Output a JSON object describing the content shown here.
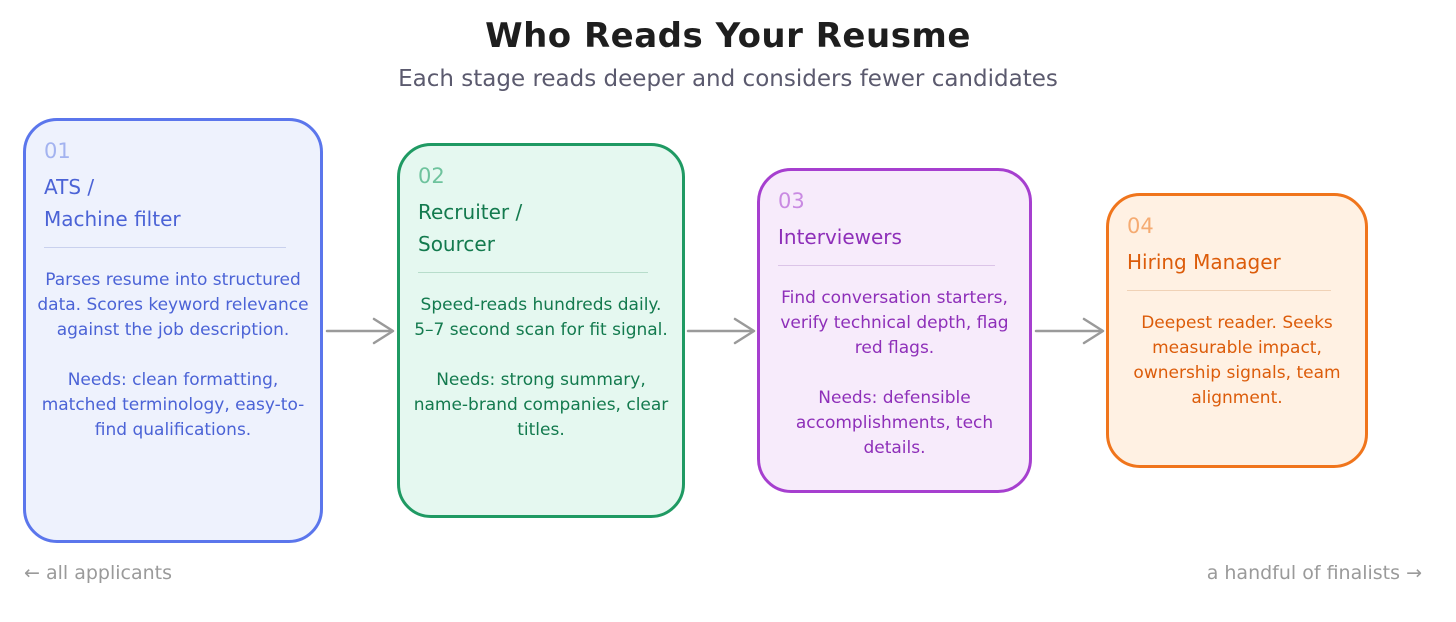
{
  "title": "Who Reads Your Reusme",
  "subtitle": "Each stage reads deeper and considers fewer candidates",
  "stages": [
    {
      "num": "01",
      "title_lines": [
        "ATS /",
        "Machine filter"
      ],
      "description": "Parses resume into structured data. Scores keyword relevance against the job description.",
      "needs": "Needs: clean formatting, matched terminology, easy-to-find qualifications.",
      "colors": {
        "border": "#5b76ec",
        "fill": "#eef2fd",
        "text": "#4b63d6",
        "num": "#a3b3f0",
        "divider": "#c9d1ee"
      }
    },
    {
      "num": "02",
      "title_lines": [
        "Recruiter /",
        "Sourcer"
      ],
      "description": "Speed-reads hundreds daily. 5–7 second scan for fit signal.",
      "needs": "Needs: strong summary, name-brand companies, clear titles.",
      "colors": {
        "border": "#1f9a63",
        "fill": "#e5f8f0",
        "text": "#137a4e",
        "num": "#6ec39d",
        "divider": "#b7ddcb"
      }
    },
    {
      "num": "03",
      "title_lines": [
        "Interviewers"
      ],
      "description": "Find conversation starters, verify technical depth, flag red flags.",
      "needs": "Needs: defensible accomplishments, tech details.",
      "colors": {
        "border": "#a63fcf",
        "fill": "#f7ebfb",
        "text": "#8e2fb9",
        "num": "#c98ae2",
        "divider": "#dcc4e8"
      }
    },
    {
      "num": "04",
      "title_lines": [
        "Hiring Manager"
      ],
      "description": "Deepest reader. Seeks measurable impact, ownership signals, team alignment.",
      "needs": "",
      "colors": {
        "border": "#f0751c",
        "fill": "#fff1e3",
        "text": "#dc5c0a",
        "num": "#f5ab72",
        "divider": "#f0d2b6"
      }
    }
  ],
  "footer": {
    "left": "← all applicants",
    "right": "a handful of finalists →"
  },
  "arrow_color": "#9a9a9a"
}
